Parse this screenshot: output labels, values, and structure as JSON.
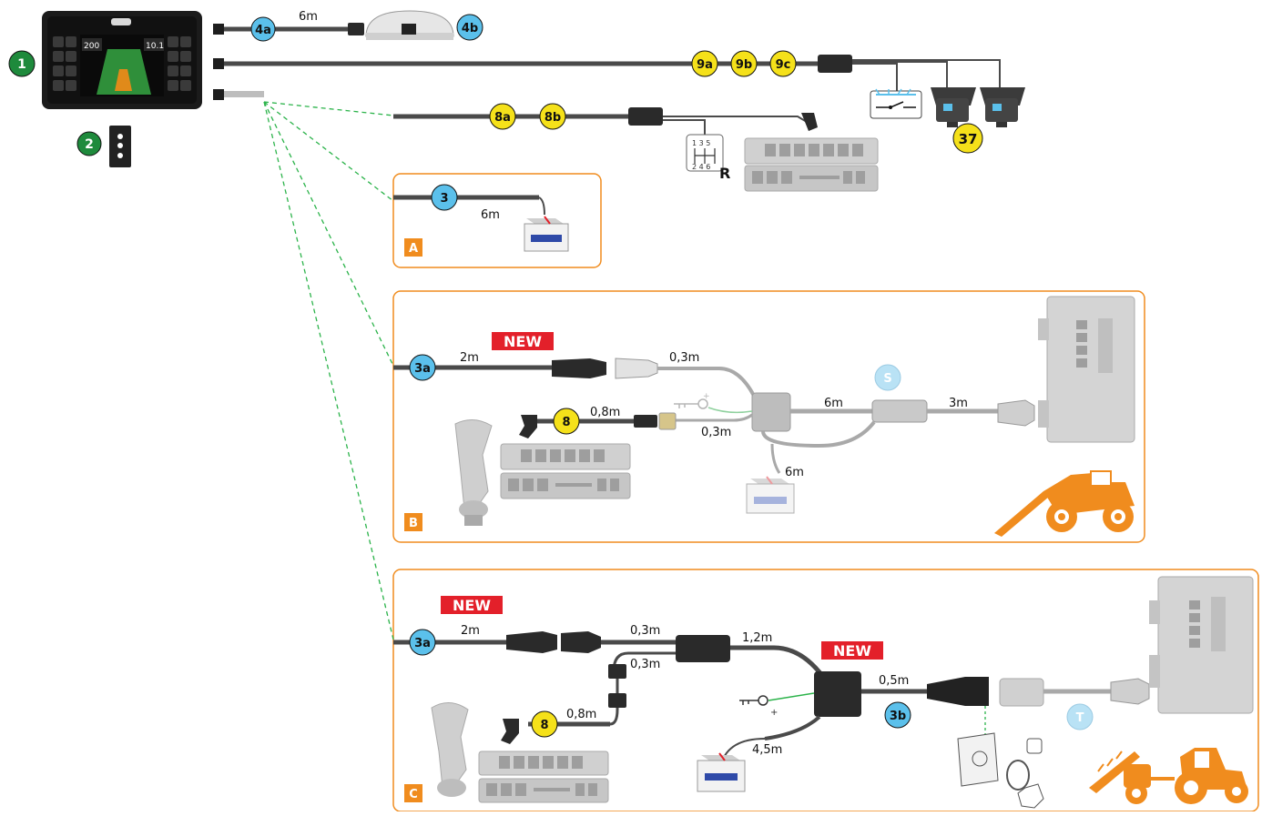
{
  "colors": {
    "blue_badge": "#5bc0eb",
    "yellow_badge": "#f5e11a",
    "green_badge": "#1e8a3c",
    "orange_accent": "#f08c1e",
    "new_red": "#e3202a",
    "cable": "#4a4a4a",
    "grey_cable": "#a9a9a9",
    "dash_green": "#2bb34a"
  },
  "badges": {
    "b1": "1",
    "b2": "2",
    "b4a": "4a",
    "b4b": "4b",
    "b9a": "9a",
    "b9b": "9b",
    "b9c": "9c",
    "b8a": "8a",
    "b8b": "8b",
    "b37": "37",
    "b3": "3",
    "b3a_B": "3a",
    "b8_B": "8",
    "bS": "S",
    "b3a_C": "3a",
    "b8_C": "8",
    "b3b": "3b",
    "bT": "T"
  },
  "lengths": {
    "top_gps": "6m",
    "a_batt": "6m",
    "b_main": "2m",
    "b_split_top": "0,3m",
    "b_joy": "0,8m",
    "b_split_bottom": "0,3m",
    "b_mid": "6m",
    "b_right": "3m",
    "b_batt": "6m",
    "c_main": "2m",
    "c_split_top": "0,3m",
    "c_split_bottom": "0,3m",
    "c_mid": "1,2m",
    "c_out": "0,5m",
    "c_joy": "0,8m",
    "c_batt": "4,5m"
  },
  "labels": {
    "new_b": "NEW",
    "new_c": "NEW",
    "panel_a": "A",
    "panel_b": "B",
    "panel_c": "C",
    "gear_top": "1 3 5",
    "gear_bottom": "2 4 6",
    "gear_reverse": "R",
    "display_left_value": "200",
    "display_right_value": "10.1"
  },
  "icons": {
    "display": "display-terminal-icon",
    "bracket": "mount-bracket-icon",
    "gps": "gps-antenna-icon",
    "camera": "camera-icon",
    "sprayer_switch": "sprayer-switch-icon",
    "gearbox": "gearbox-icon",
    "switchbox": "switch-box-icon",
    "battery": "battery-icon",
    "key": "ignition-key-icon",
    "joystick": "joystick-icon",
    "ecu": "control-unit-icon",
    "telehandler": "telehandler-icon",
    "tractor_sprayer": "tractor-sprayer-icon"
  }
}
